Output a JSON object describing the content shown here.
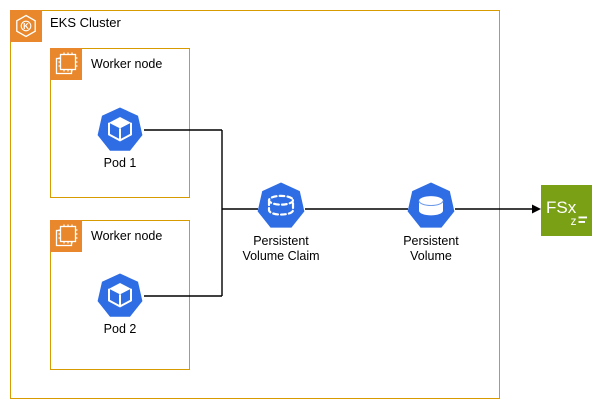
{
  "cluster": {
    "label": "EKS Cluster",
    "icon_letter": "K"
  },
  "workers": [
    {
      "label": "Worker node"
    },
    {
      "label": "Worker node"
    }
  ],
  "pods": [
    {
      "label": "Pod 1"
    },
    {
      "label": "Pod 2"
    }
  ],
  "pvc": {
    "label": "Persistent\nVolume Claim"
  },
  "pv": {
    "label": "Persistent\nVolume"
  },
  "fsx": {
    "label": "FSx",
    "sub": "z"
  },
  "icons": {
    "eks": "eks-cluster-icon",
    "worker": "cpu-chip-icon",
    "pod": "kubernetes-pod-icon",
    "pvc": "persistent-volume-claim-icon",
    "pv": "persistent-volume-icon",
    "fsx": "fsx-openzfs-icon"
  },
  "colors": {
    "box_border_orange": "#D79B00",
    "icon_orange": "#E8872B",
    "kubernetes_blue": "#2E6DE4",
    "fsx_green": "#7AA116",
    "connector_black": "#000000"
  }
}
